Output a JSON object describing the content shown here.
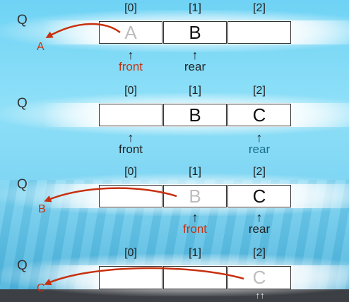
{
  "queue_label": "Q",
  "indices": [
    "[0]",
    "[1]",
    "[2]"
  ],
  "states": [
    {
      "cells": [
        "A",
        "B",
        ""
      ],
      "faded": [
        true,
        false,
        false
      ],
      "removed": "A",
      "front": {
        "label": "front",
        "color": "red",
        "index": 0
      },
      "rear": {
        "label": "rear",
        "color": "black",
        "index": 1
      }
    },
    {
      "cells": [
        "",
        "B",
        "C"
      ],
      "faded": [
        false,
        false,
        false
      ],
      "removed": "",
      "front": {
        "label": "front",
        "color": "black",
        "index": 0
      },
      "rear": {
        "label": "rear",
        "color": "teal",
        "index": 2
      }
    },
    {
      "cells": [
        "",
        "B",
        "C"
      ],
      "faded": [
        false,
        true,
        false
      ],
      "removed": "B",
      "front": {
        "label": "front",
        "color": "red",
        "index": 1
      },
      "rear": {
        "label": "rear",
        "color": "black",
        "index": 2
      }
    },
    {
      "cells": [
        "",
        "",
        "C"
      ],
      "faded": [
        false,
        false,
        true
      ],
      "removed": "C",
      "front": {
        "label": "",
        "color": "black",
        "index": 2
      },
      "rear": {
        "label": "",
        "color": "black",
        "index": 2
      }
    }
  ],
  "colors": {
    "accent": "#c8300e",
    "teal": "#1a6f8a",
    "text": "#222222"
  }
}
